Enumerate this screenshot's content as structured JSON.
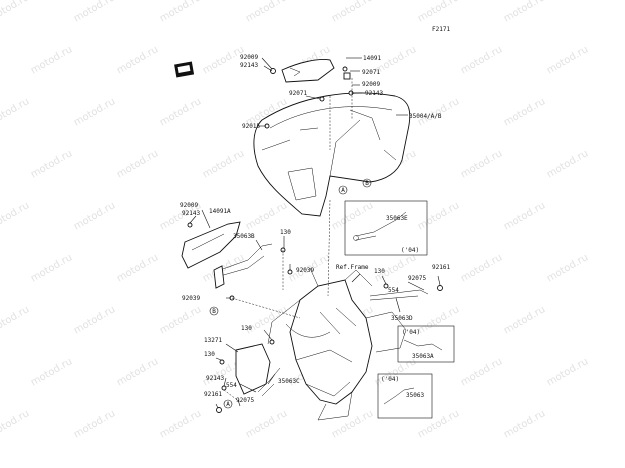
{
  "diagram": {
    "code": "F2171",
    "watermark": "motod.ru",
    "callouts": {
      "a_top": "A",
      "b_top": "B",
      "a_bottom": "A",
      "b_bottom": "B"
    },
    "labels": {
      "l92009_top": "92009",
      "l92143_top": "92143",
      "l14091": "14091",
      "l92071_r": "92071",
      "l92009_r": "92009",
      "l92143_r": "92143",
      "l92071_l": "92071",
      "l35004": "35004/A/B",
      "l92015": "92015",
      "l35063E": "35063E",
      "l04_e": "('04)",
      "l92009_mid": "92009",
      "l92143_mid": "92143",
      "l14091A": "14091A",
      "l35063B": "35063B",
      "l130_a": "130",
      "l92039_a": "92039",
      "l92039_b": "92039",
      "l_ref_frame": "Ref.Frame",
      "l130_b": "130",
      "l554_r": "554",
      "l92075_r": "92075",
      "l92161_r": "92161",
      "l35063D": "35063D",
      "l04_a": "('04)",
      "l35063A": "35063A",
      "l130_c": "130",
      "l13271": "13271",
      "l130_d": "130",
      "l92143_b": "92143",
      "l554_l": "554",
      "l35063C": "35063C",
      "l92161_l": "92161",
      "l92075_l": "92075",
      "l04_b": "('04)",
      "l35063": "35063"
    }
  }
}
